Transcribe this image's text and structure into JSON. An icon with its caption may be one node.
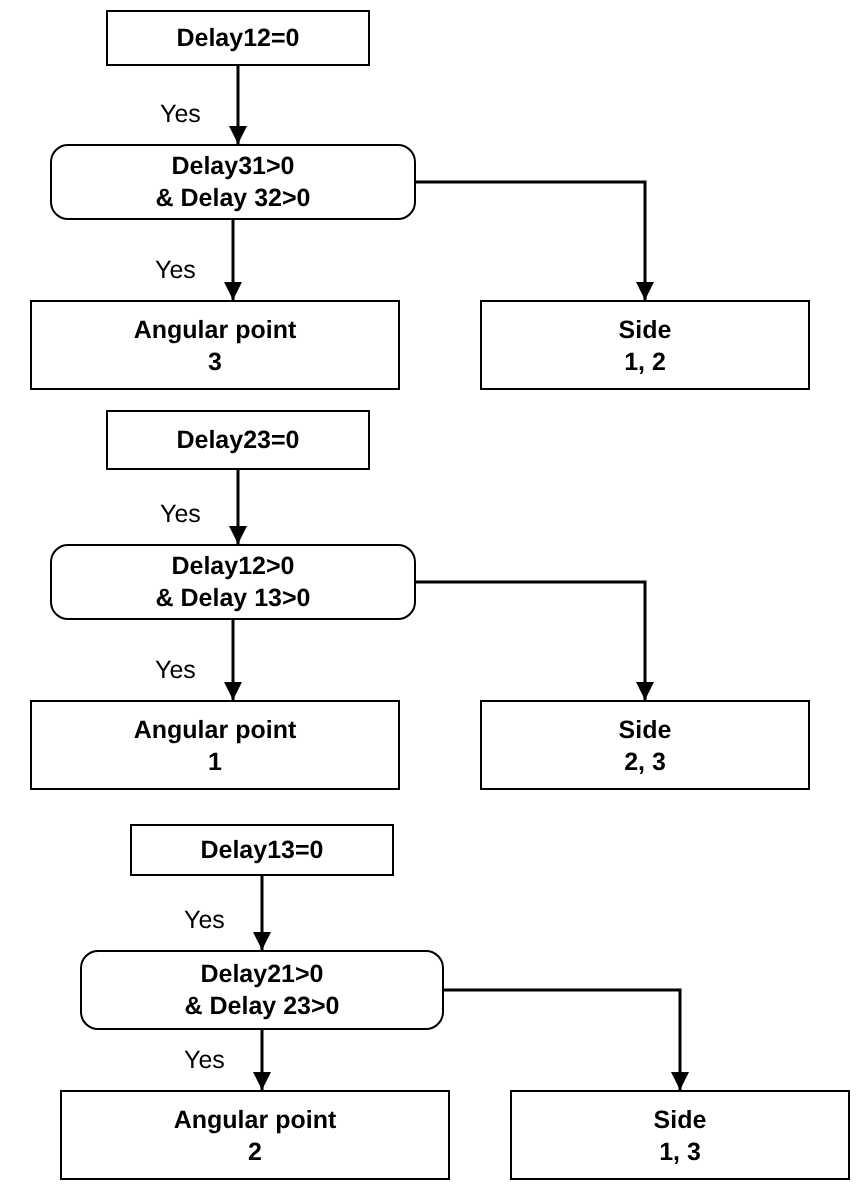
{
  "diagram": {
    "nodes": [
      {
        "text": [
          "Delay12=0"
        ]
      },
      {
        "text": [
          "Delay31>0",
          "& Delay 32>0"
        ]
      },
      {
        "text": [
          "Angular point",
          "3"
        ]
      },
      {
        "text": [
          "Side",
          "1, 2"
        ]
      },
      {
        "text": [
          "Delay23=0"
        ]
      },
      {
        "text": [
          "Delay12>0",
          "& Delay 13>0"
        ]
      },
      {
        "text": [
          "Angular point",
          "1"
        ]
      },
      {
        "text": [
          "Side",
          "2, 3"
        ]
      },
      {
        "text": [
          "Delay13=0"
        ]
      },
      {
        "text": [
          "Delay21>0",
          "& Delay 23>0"
        ]
      },
      {
        "text": [
          "Angular point",
          "2"
        ]
      },
      {
        "text": [
          "Side",
          "1, 3"
        ]
      }
    ],
    "edges": [
      {
        "from": 0,
        "to": 1,
        "arrow": "to",
        "label": "Yes"
      },
      {
        "from": 1,
        "to": 2,
        "arrow": "to",
        "label": "Yes"
      },
      {
        "from": 1,
        "to": 3,
        "arrow": "to"
      },
      {
        "from": 4,
        "to": 5,
        "arrow": "to",
        "label": "Yes"
      },
      {
        "from": 5,
        "to": 6,
        "arrow": "to",
        "label": "Yes"
      },
      {
        "from": 5,
        "to": 7,
        "arrow": "to"
      },
      {
        "from": 8,
        "to": 9,
        "arrow": "to",
        "label": "Yes"
      },
      {
        "from": 9,
        "to": 10,
        "arrow": "to",
        "label": "Yes"
      },
      {
        "from": 9,
        "to": 11,
        "arrow": "to"
      }
    ]
  }
}
